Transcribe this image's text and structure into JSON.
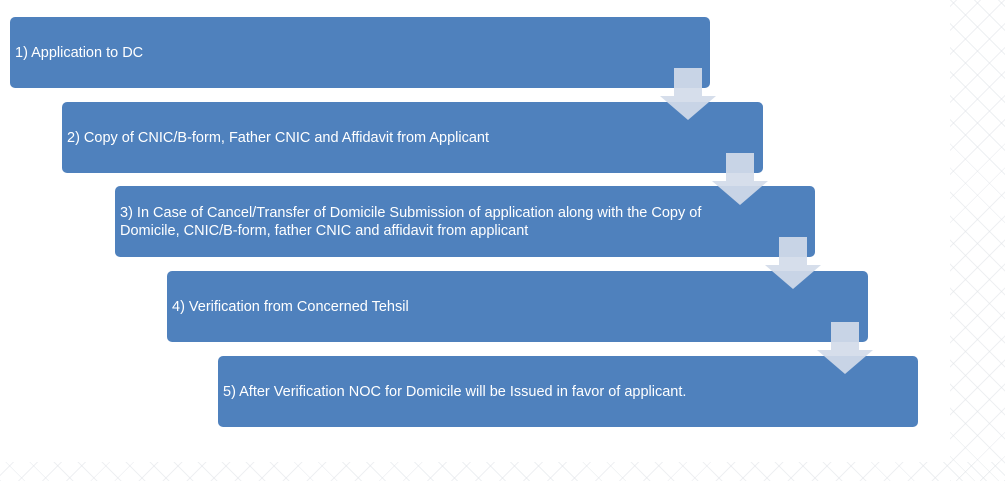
{
  "diagram": {
    "type": "step-down-process",
    "colors": {
      "box_fill": "#4f81bd",
      "box_text": "#ffffff",
      "arrow_fill": "#d3dbe9",
      "background": "#ffffff"
    },
    "steps": [
      {
        "label": "1) Application to DC"
      },
      {
        "label": "2) Copy of CNIC/B-form, Father CNIC and Affidavit from Applicant"
      },
      {
        "label": "3) In Case of Cancel/Transfer of Domicile Submission of application along with the Copy of Domicile, CNIC/B-form, father CNIC and affidavit from applicant"
      },
      {
        "label": "4) Verification from Concerned Tehsil"
      },
      {
        "label": "5) After Verification NOC for Domicile will be Issued in favor of applicant."
      }
    ],
    "arrows": [
      {
        "from": 1,
        "to": 2,
        "icon": "down-arrow-icon"
      },
      {
        "from": 2,
        "to": 3,
        "icon": "down-arrow-icon"
      },
      {
        "from": 3,
        "to": 4,
        "icon": "down-arrow-icon"
      },
      {
        "from": 4,
        "to": 5,
        "icon": "down-arrow-icon"
      }
    ]
  }
}
